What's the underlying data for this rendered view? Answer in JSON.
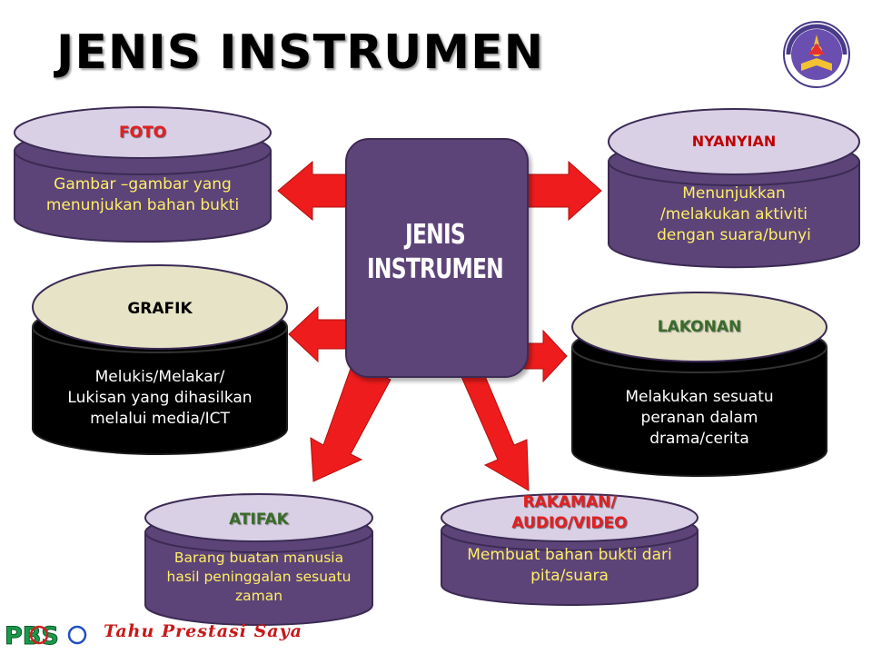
{
  "title": "JENIS INSTRUMEN",
  "center": {
    "line1": "JENIS",
    "line2": "INSTRUMEN"
  },
  "nodes": {
    "foto": {
      "label": "FOTO",
      "text": [
        "Gambar –gambar yang",
        "menunjukan bahan bukti"
      ]
    },
    "nyanyian": {
      "label": "NYANYIAN",
      "text": [
        "Menunjukkan",
        "/melakukan aktiviti",
        "dengan suara/bunyi"
      ]
    },
    "grafik": {
      "label": "GRAFIK",
      "text": [
        "Melukis/Melakar/",
        "Lukisan yang dihasilkan",
        "melalui media/ICT"
      ]
    },
    "lakonan": {
      "label": "LAKONAN",
      "text": [
        "Melakukan sesuatu",
        "peranan dalam",
        "drama/cerita"
      ]
    },
    "atifak": {
      "label": "ATIFAK",
      "text": [
        "Barang buatan manusia",
        "hasil peninggalan sesuatu",
        "zaman"
      ]
    },
    "rakaman": {
      "label": [
        "RAKAMAN/",
        "AUDIO/VIDEO"
      ],
      "text": [
        "Membuat bahan bukti dari",
        "pita/suara"
      ]
    }
  },
  "footer": {
    "logo_text": "PBS",
    "slogan": "Tahu Prestasi Saya"
  },
  "colors": {
    "arrow": "#ee1c1c",
    "purple_drum": "#5d4478",
    "black_drum": "#000000",
    "lid_lavender": "#d9d0e6",
    "lid_cream": "#e6e3c6",
    "center_box": "#5d4478"
  },
  "icons": {
    "top_right_logo": "ministry-crest-icon"
  }
}
